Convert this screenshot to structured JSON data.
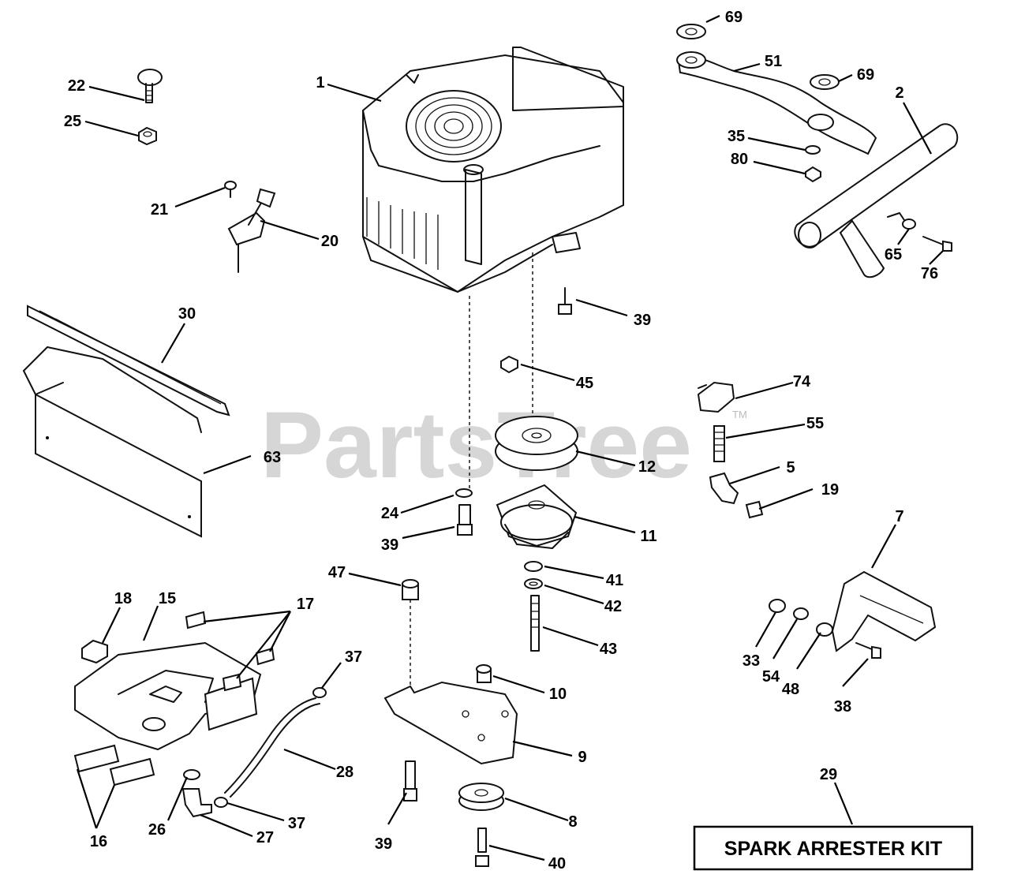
{
  "watermark": "PartsTree",
  "trademark": "TM",
  "kit_label": "SPARK ARRESTER KIT",
  "callouts": {
    "c1": "1",
    "c2": "2",
    "c5": "5",
    "c7": "7",
    "c8": "8",
    "c9": "9",
    "c10": "10",
    "c11": "11",
    "c12": "12",
    "c15": "15",
    "c16": "16",
    "c17": "17",
    "c18": "18",
    "c19": "19",
    "c20": "20",
    "c21": "21",
    "c22": "22",
    "c24": "24",
    "c25": "25",
    "c26": "26",
    "c27": "27",
    "c28": "28",
    "c29": "29",
    "c30": "30",
    "c33": "33",
    "c35": "35",
    "c37a": "37",
    "c37b": "37",
    "c38": "38",
    "c39a": "39",
    "c39b": "39",
    "c39c": "39",
    "c40": "40",
    "c41": "41",
    "c42": "42",
    "c43": "43",
    "c45": "45",
    "c47": "47",
    "c48": "48",
    "c51": "51",
    "c54": "54",
    "c55": "55",
    "c63": "63",
    "c65": "65",
    "c69a": "69",
    "c69b": "69",
    "c74": "74",
    "c76": "76",
    "c80": "80"
  }
}
